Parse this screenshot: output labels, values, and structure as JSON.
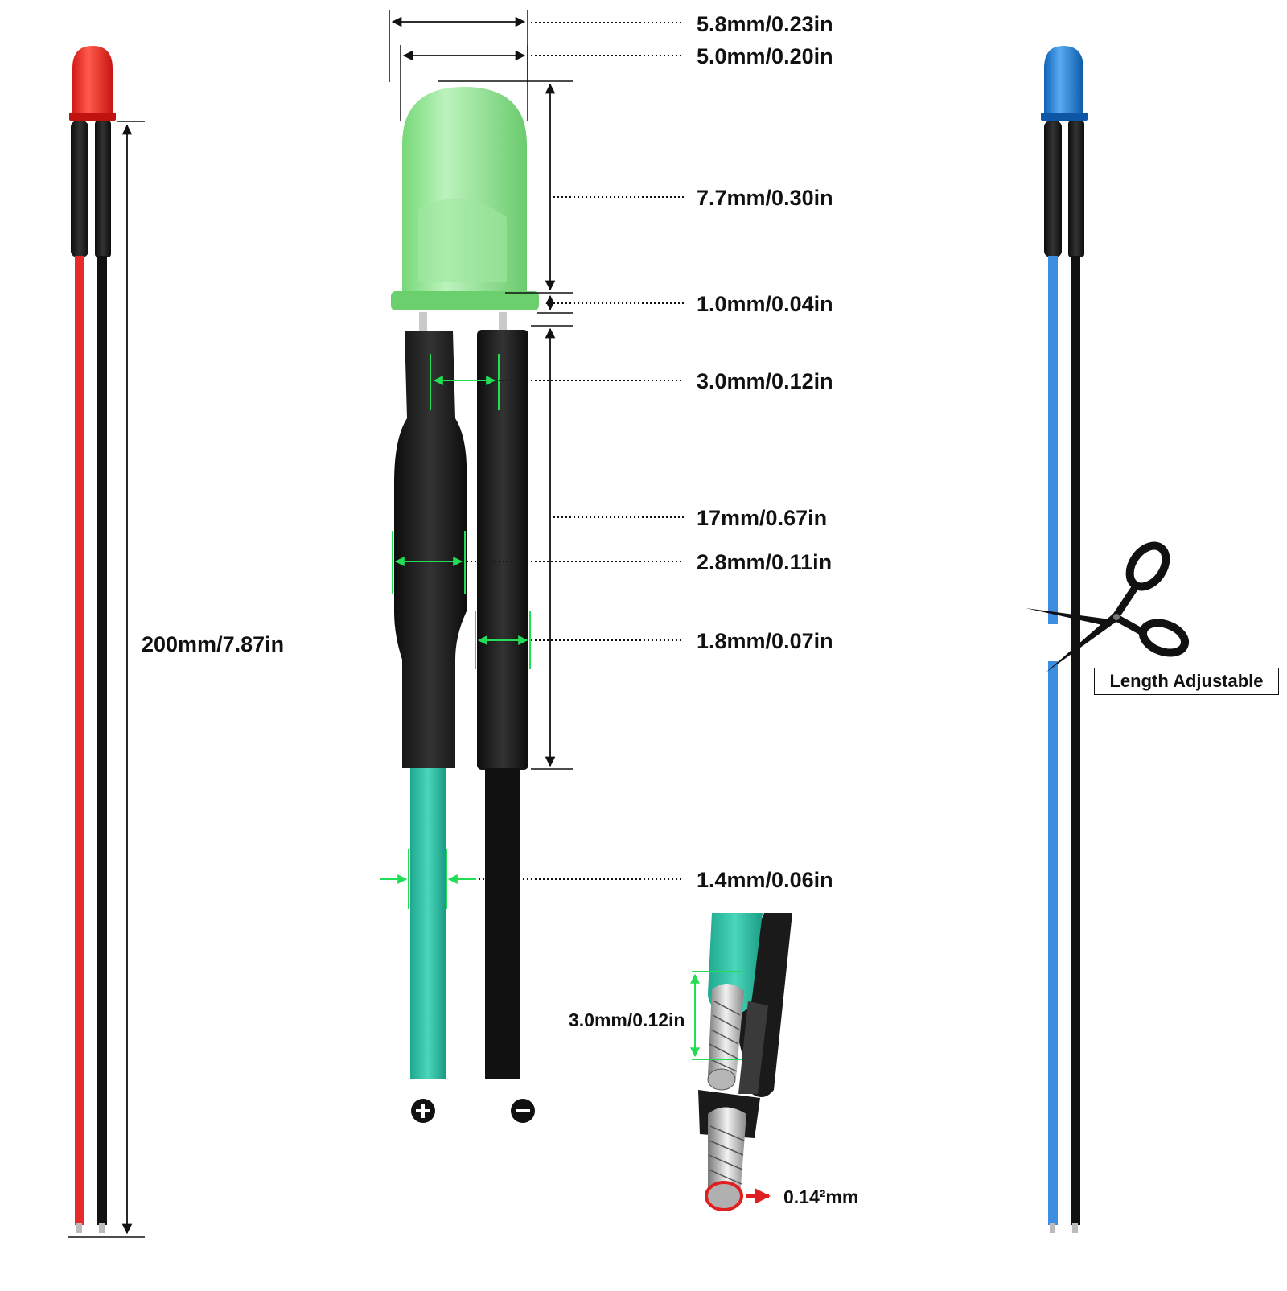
{
  "colors": {
    "led_left": "#e8231f",
    "led_middle": "#8ee68f",
    "led_right": "#1f7fd9",
    "wire_red": "#e52b2b",
    "wire_teal": "#2fbfa4",
    "wire_blue": "#3d8de0",
    "wire_black": "#111111",
    "guide_green": "#22dd55",
    "cut_arrow": "#e02020"
  },
  "dimensions": {
    "lens_width": "5.8mm/0.23in",
    "body_width": "5.0mm/0.20in",
    "lens_height": "7.7mm/0.30in",
    "flange": "1.0mm/0.04in",
    "pin_spacing": "3.0mm/0.12in",
    "sleeve_length": "17mm/0.67in",
    "sleeve_pos_dia": "2.8mm/0.11in",
    "sleeve_neg_dia": "1.8mm/0.07in",
    "wire_dia": "1.4mm/0.06in",
    "total_length": "200mm/7.87in"
  },
  "crosssection": {
    "outer_dia": "3.0mm/0.12in",
    "core_area": "0.14²mm"
  },
  "tag": {
    "length_adjustable": "Length Adjustable"
  },
  "polarity": {
    "positive": "+",
    "negative": "−"
  },
  "icons": [
    "scissors-icon",
    "plus-icon",
    "minus-icon"
  ]
}
